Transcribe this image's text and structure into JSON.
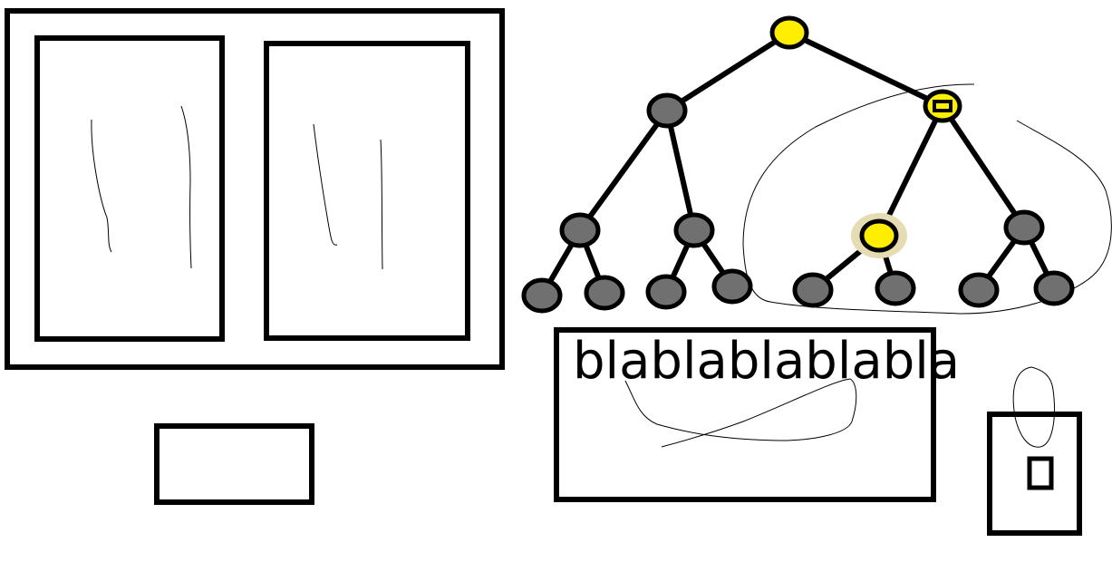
{
  "colors": {
    "outline": "#000000",
    "node_gray": "#707070",
    "node_yellow": "#ffee00",
    "halo": "#e6dcb4",
    "background": "#ffffff"
  },
  "text_box": {
    "text": "blablablablabla"
  },
  "tree": {
    "root": {
      "name": "root",
      "state": "highlighted"
    },
    "levels": [
      [
        "gray",
        "highlighted-with-square"
      ],
      [
        "gray",
        "gray",
        "highlighted-with-halo",
        "gray"
      ],
      [
        "gray",
        "gray",
        "gray",
        "gray",
        "gray",
        "gray",
        "gray",
        "gray"
      ]
    ]
  }
}
